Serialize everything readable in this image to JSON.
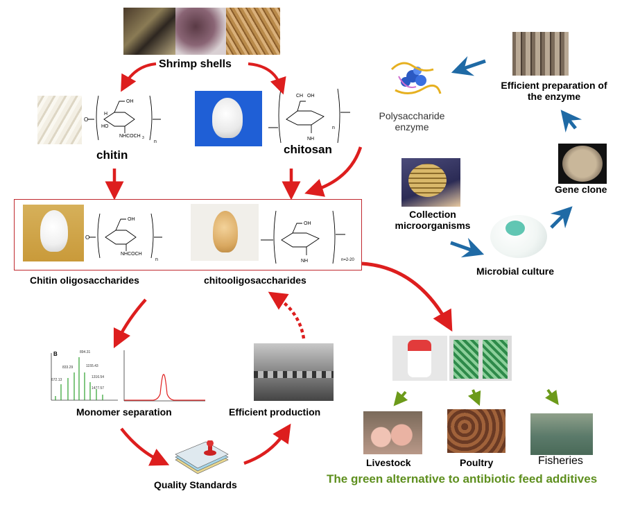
{
  "labels": {
    "shrimp_shells": "Shrimp shells",
    "chitin": "chitin",
    "chitosan": "chitosan",
    "chitin_oligosaccharides": "Chitin oligosaccharides",
    "chitooligosaccharides": "chitooligosaccharides",
    "polysaccharide_enzyme_line1": "Polysaccharide",
    "polysaccharide_enzyme_line2": "enzyme",
    "efficient_preparation_line1": "Efficient preparation of",
    "efficient_preparation_line2": "the enzyme",
    "gene_clone": "Gene clone",
    "collection_line1": "Collection",
    "collection_line2": "microorganisms",
    "microbial_culture": "Microbial culture",
    "monomer_separation": "Monomer separation",
    "efficient_production": "Efficient production",
    "quality_standards": "Quality  Standards",
    "livestock": "Livestock",
    "poultry": "Poultry",
    "fisheries": "Fisheries",
    "green_alternative": "The green alternative to antibiotic feed additives"
  },
  "structure_labels": {
    "chitin_sub": "NHCOCH",
    "chitin_sub_num": "3",
    "chitin_n": "n",
    "chitin_ring_o": "O",
    "chitin_oh": "OH",
    "chitin_h": "H",
    "chitin_ho": "HO",
    "chitosan_ch2oh": "CH",
    "chitosan_ch2oh_tail": "OH",
    "chitosan_nh2": "NH",
    "chitosan_n": "n",
    "cos_n": "n=2-20"
  },
  "spectrum_labels": {
    "panel": "B",
    "peaks": [
      "894.31",
      "1155.43",
      "833.29",
      "672.13",
      "1316.54",
      "1477.57"
    ]
  },
  "colors": {
    "red_arrow": "#dd1e1e",
    "blue_arrow": "#1f6aa5",
    "green_arrow": "#6c9a1a",
    "green_text": "#5e8f1e",
    "frame": "#c0272d"
  }
}
